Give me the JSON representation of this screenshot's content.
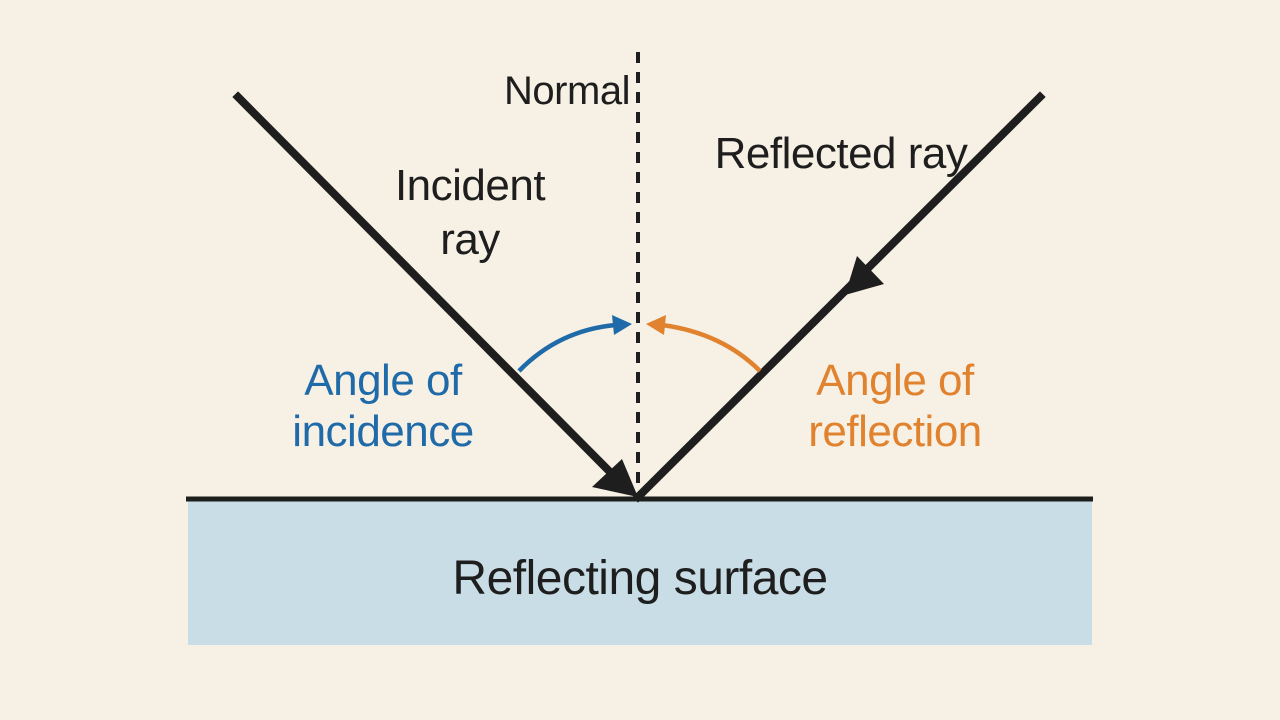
{
  "labels": {
    "normal": "Normal",
    "incident_line1": "Incident",
    "incident_line2": "ray",
    "reflected": "Reflected ray",
    "incidence_line1": "Angle of",
    "incidence_line2": "incidence",
    "reflection_line1": "Angle of",
    "reflection_line2": "reflection",
    "surface": "Reflecting surface"
  },
  "colors": {
    "background": "#f7f0e4",
    "ray": "#1e1e1e",
    "incidence": "#1f6aa8",
    "reflection": "#e0822e",
    "surface_fill": "#c8dde6"
  },
  "icons": {
    "incident_arrowhead": "arrowhead-down-right",
    "reflected_arrowhead": "arrowhead-down-left",
    "incidence_arc_arrow": "arrowhead-right",
    "reflection_arc_arrow": "arrowhead-left"
  }
}
